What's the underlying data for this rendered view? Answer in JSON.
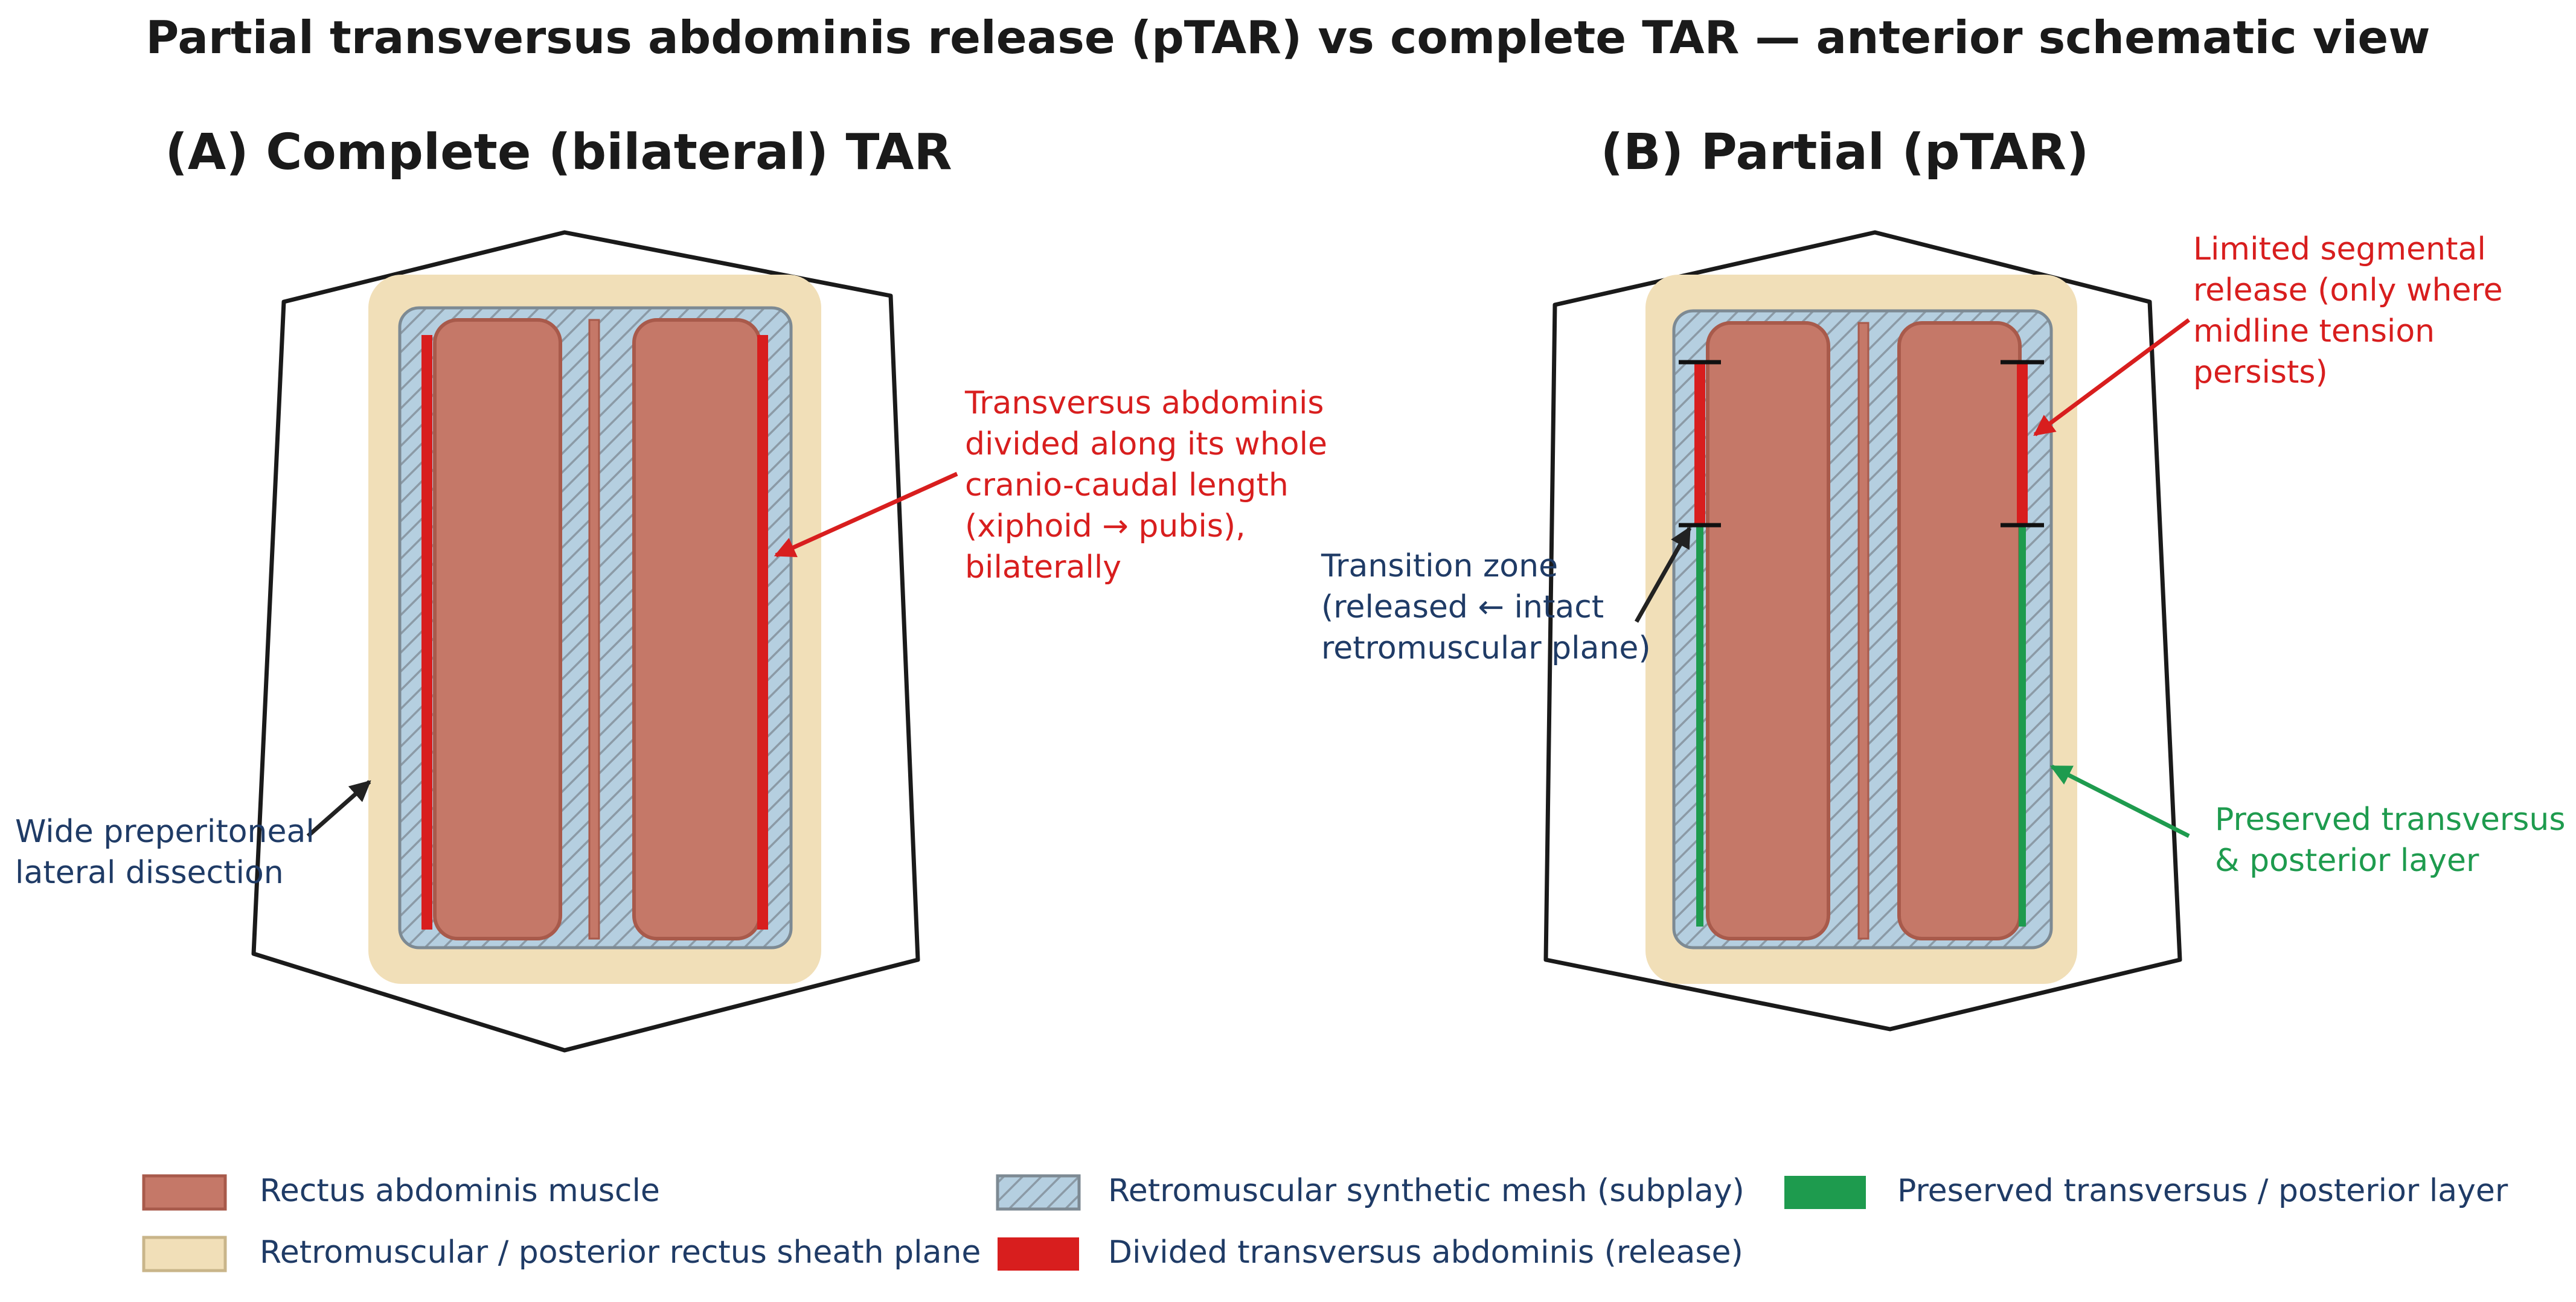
{
  "title": "Partial transversus abdominis release (pTAR) vs complete TAR — anterior schematic view",
  "panel_a": {
    "title": "(A) Complete (bilateral) TAR",
    "annotation_release": [
      "Transversus abdominis",
      "divided along its whole",
      "cranio-caudal length",
      "(xiphoid → pubis),",
      "bilaterally"
    ],
    "annotation_dissection": [
      "Wide preperitoneal",
      "lateral dissection"
    ]
  },
  "panel_b": {
    "title": "(B) Partial (pTAR)",
    "annotation_limited": [
      "Limited segmental",
      "release (only where",
      "midline tension",
      "persists)"
    ],
    "annotation_transition": [
      "Transition zone",
      "(released ← intact",
      "retromuscular plane)"
    ],
    "annotation_preserved": [
      "Preserved transversus",
      "& posterior layer"
    ]
  },
  "legend": {
    "rectus": "Rectus abdominis muscle",
    "sheath": "Retromuscular / posterior rectus sheath plane",
    "mesh": "Retromuscular  synthetic mesh (subplay)",
    "divided": "Divided transversus abdominis (release)",
    "preserved": "Preserved transversus / posterior layer"
  },
  "colors": {
    "rectus_fill": "#c57868",
    "rectus_stroke": "#a85a4b",
    "sheath_fill": "#f1dfb8",
    "mesh_fill": "#b5cfe0",
    "mesh_hatch": "#8b9aa6",
    "divided": "#d81e1e",
    "preserved": "#1e9b4e",
    "annotation_red": "#d81e1e",
    "annotation_navy": "#1f3b66",
    "annotation_green": "#1e9b4e",
    "outline": "#1a1a1a"
  }
}
